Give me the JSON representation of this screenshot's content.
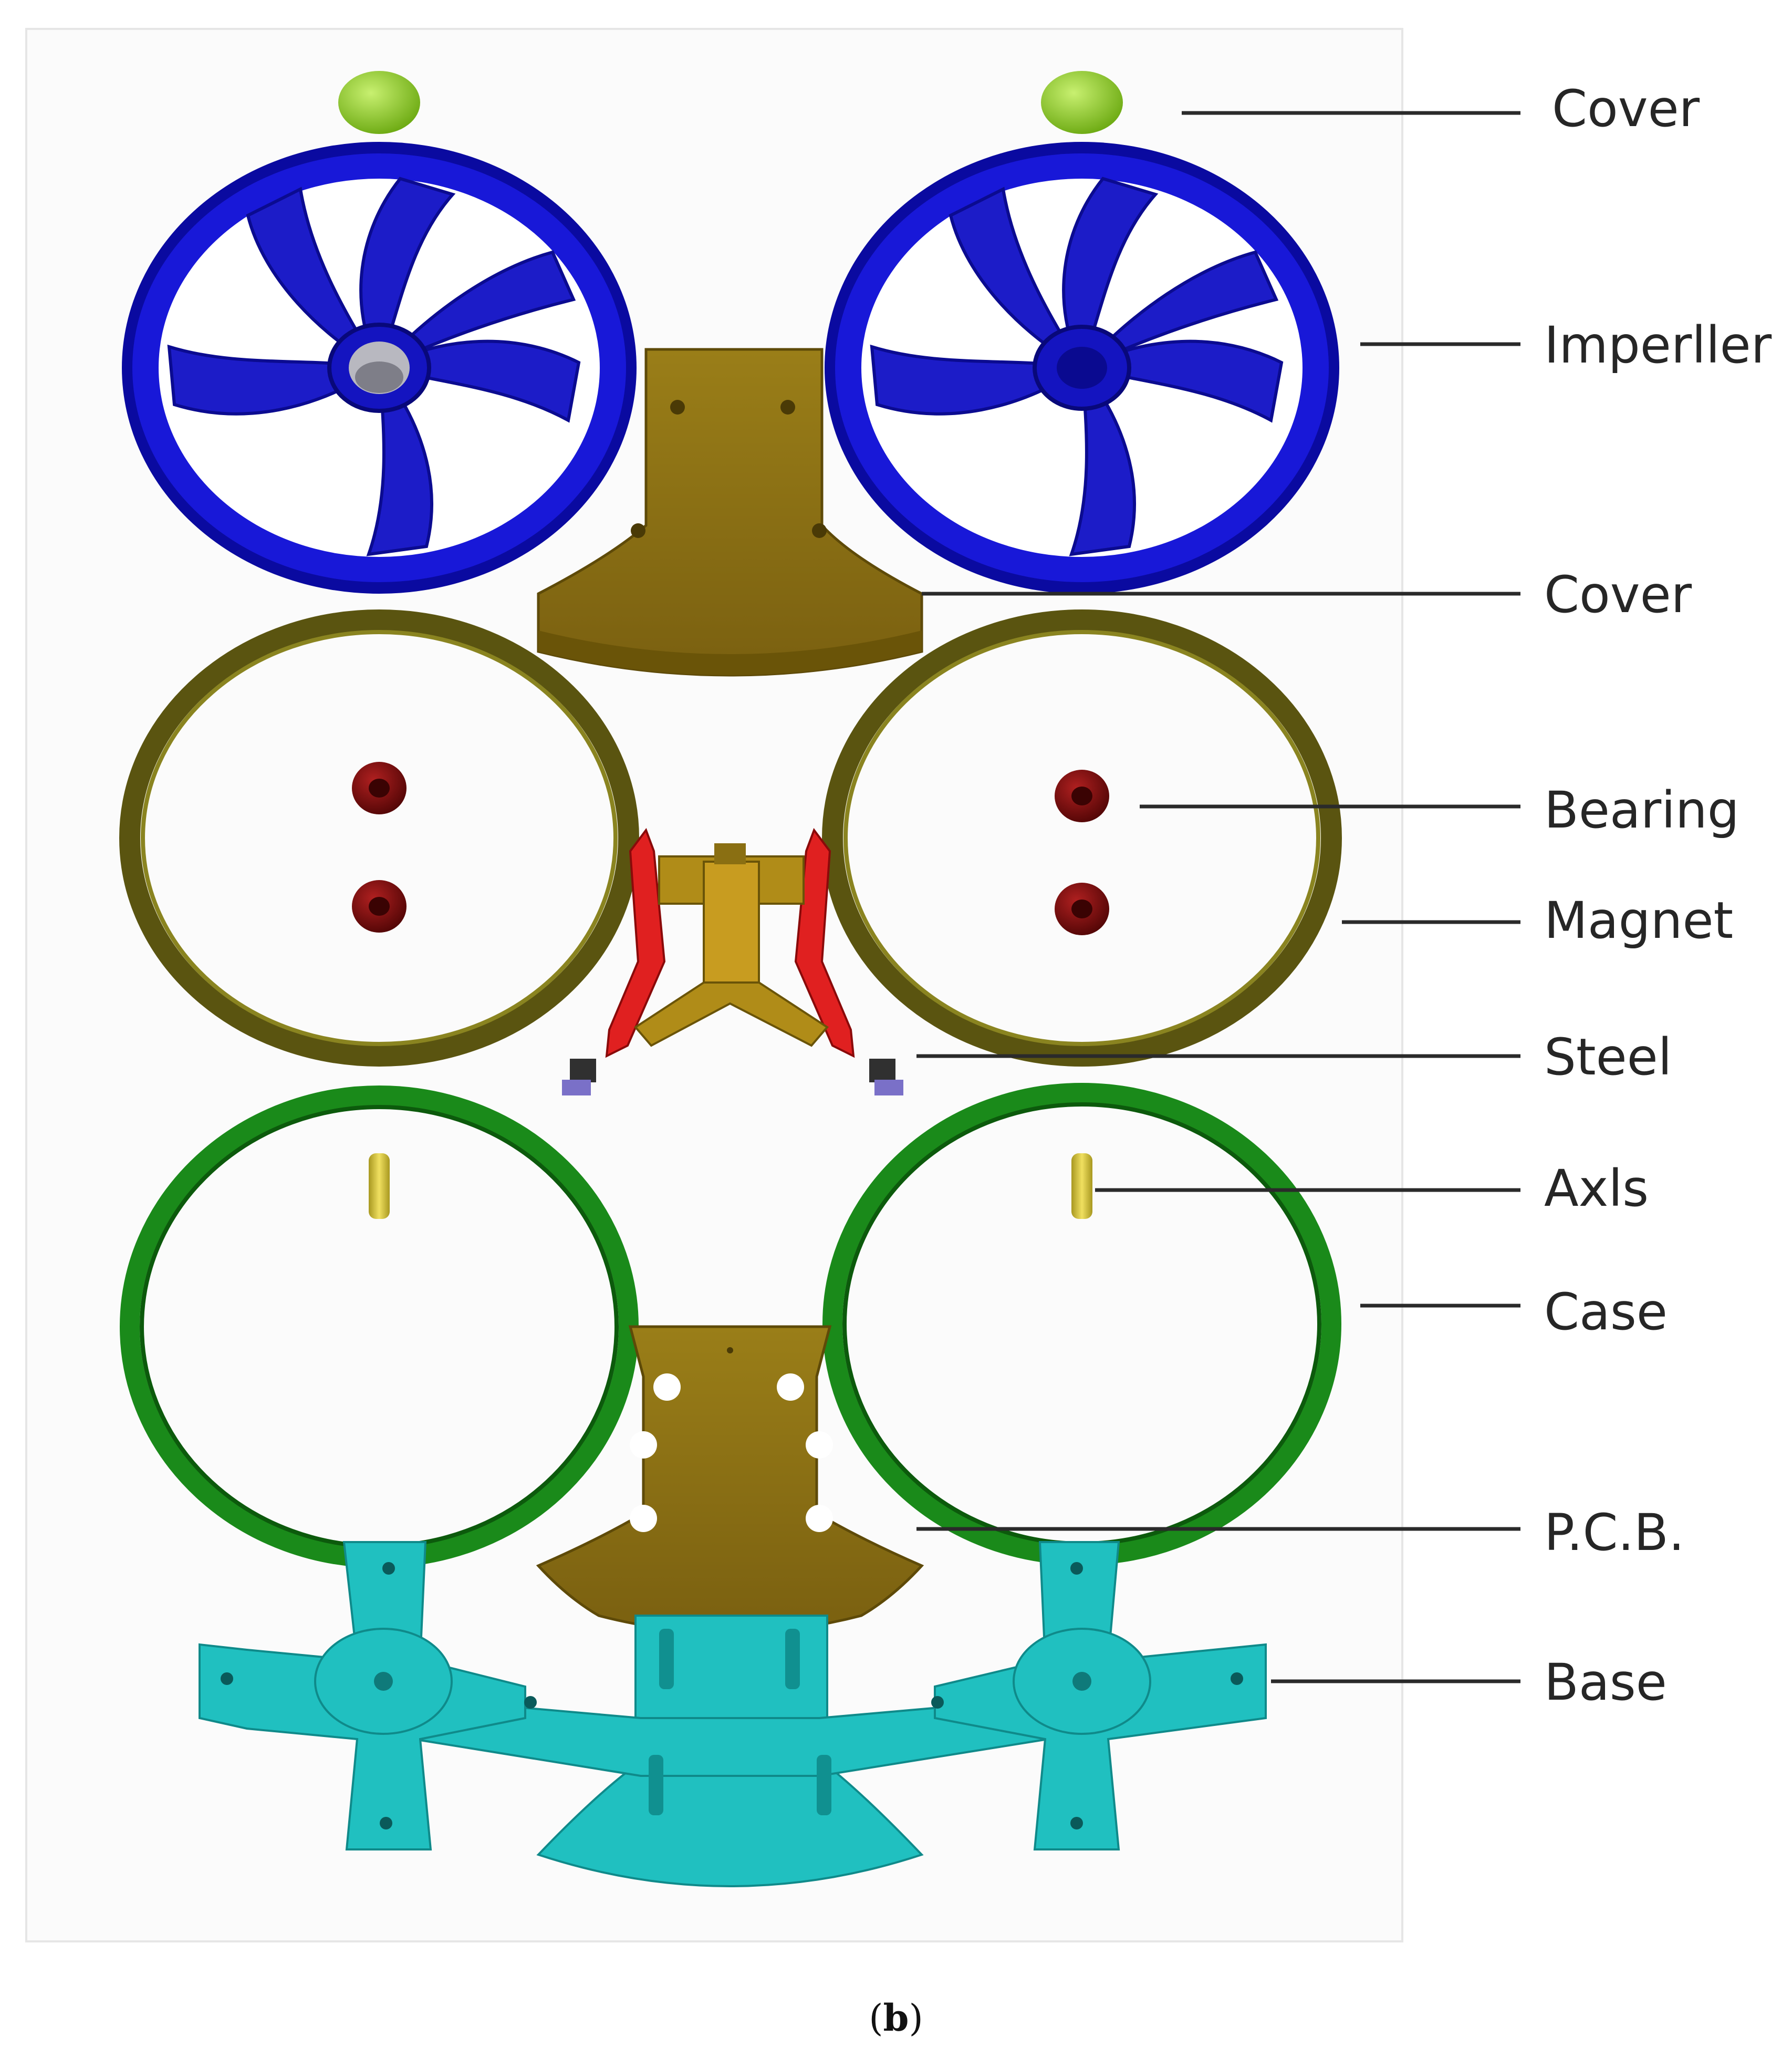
{
  "labels": {
    "cover_top": "Cover",
    "impeller": "Imperller",
    "cover_mid": "Cover",
    "bearing": "Bearing",
    "magnet": "Magnet",
    "steel": "Steel",
    "axls": "Axls",
    "case": "Case",
    "pcb": "P.C.B.",
    "base": "Base"
  },
  "caption": {
    "open": "(",
    "letter": "b",
    "close": ")"
  },
  "colors": {
    "cover_cap": "#8ccc28",
    "impeller": "#1010c8",
    "cover_plate": "#8a6f12",
    "magnet_ring": "#5a5410",
    "bearing": "#7a0c0c",
    "steel": "#e02020",
    "axle": "#d8c430",
    "case_ring": "#1a8a1a",
    "pcb": "#8a6f12",
    "base": "#20c0c0"
  }
}
